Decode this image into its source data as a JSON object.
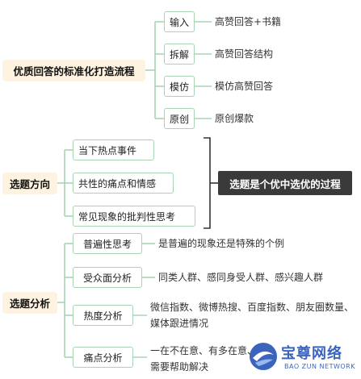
{
  "topics": [
    {
      "label": "优质回答的标准化打造流程",
      "children": [
        {
          "label": "输入",
          "text": "高赞回答+书籍"
        },
        {
          "label": "拆解",
          "text": "高赞回答结构"
        },
        {
          "label": "模仿",
          "text": "模仿高赞回答"
        },
        {
          "label": "原创",
          "text": "原创爆款"
        }
      ]
    },
    {
      "label": "选题方向",
      "children": [
        {
          "label": "当下热点事件"
        },
        {
          "label": "共性的痛点和情感"
        },
        {
          "label": "常见现象的批判性思考"
        }
      ],
      "summary": "选题是个优中选优的过程"
    },
    {
      "label": "选题分析",
      "children": [
        {
          "label": "普遍性思考",
          "text": "是普遍的现象还是特殊的个例"
        },
        {
          "label": "受众面分析",
          "text": "同类人群、感同身受人群、感兴趣人群"
        },
        {
          "label": "热度分析",
          "text": "微信指数、微博热搜、百度指数、朋友圈数量、媒体跟进情况"
        },
        {
          "label": "痛点分析",
          "text": "一在不在意、有多在意、需要帮助解决"
        }
      ]
    }
  ],
  "watermark": {
    "title": "宝尊网络",
    "subtitle": "BAO ZUN NETWORK"
  },
  "colors": {
    "main_bg": "#fdf3e0",
    "branch_border": "#a9d3b3",
    "line": "#a9d3b3",
    "summary_bg": "#3a3a3a",
    "summary_text": "#ffffff",
    "watermark_blue": "#2b57b8"
  }
}
